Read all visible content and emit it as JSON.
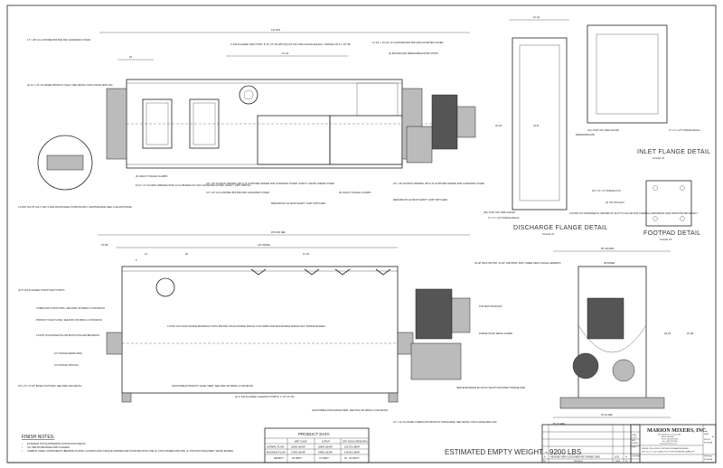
{
  "drawing": {
    "estimated_weight": "ESTIMATED EMPTY WEIGHT - 9200 LBS",
    "overall_length_top": "141 9/16",
    "overall_length_side": "144 INSIDE",
    "length_total": "155 3/16 REF",
    "dim_61": "61 1/4",
    "dim_18": "18",
    "dim_15": "15 3/8",
    "dim_12": "12",
    "dim_36": "36",
    "dim_67": "67 1/4",
    "dim_6": "6",
    "dim_width": "56 1/2 REF",
    "dim_height": "49 1/2",
    "dim_end_height": "91 3/8",
    "dim_end_width": "48 INSIDE",
    "dim_end_bottom": "54 1/2 REF",
    "dim_end_top": "65 1/16 REF"
  },
  "top_view_notes": [
    "17\" x 48\" 12 GA BOXED BOLTED AND GASKETED COVER",
    "(2) 12\" x 24\" FLANGED PRODUCT INLET, SEE DETAIL FOR FLANGE DRILLING",
    "4\" DIA FLANGED VENT PORT, 8\" ID x 8\" OD WITH (8) 3/4\" DIA THRU HOLES EQUALLY SPACED ON A 7 1/2\" BC",
    "14 1/2\" x 16 1/2\" 12 GA BOXED BOLTED AND GASKETED COVER",
    "(2) BOLTED AND REMOVABLE DOOR STOPS",
    "(4) JESCO TOGGLE CLAMPS",
    "8 1/2\" x 6\" ACCESS OPENING WITH 12 GA BOXED LIFT-OFF GASKETED COVER, SAFETY LIMIT SWITCH",
    "24\" x 36\" ACCESS OPENING WITH 12 GA BOXED HINGED AND GASKETED COVER, SAFETY GRATE UNDER COVER",
    "41\" x 46\" 12 GA BOXED BOLTED AND GASKETED COVER",
    "REDUNDANT 4A FDAP SAFETY LIMIT SWITCHES",
    "(6) JESCO TOGGLE CLAMPS",
    "24\" x 36\" ACCESS OPENING WITH 12 GA BOXED HINGED AND GASKETED COVER",
    "REDUNDANT 4A FDAP SAFETY LIMIT SWITCHES",
    "4 15/16\" DIA STYLE C SPLIT AND ADJUSTABLE STUFFING BOX, MAINTENANCE SEAL LIVE AIR PURGE"
  ],
  "side_view_notes": [
    "(2) 8\" DIA FLANGED SYRUP INLET PORTS",
    "OVERFLOW SYRUP TANK, SEE DWG SP-0803A-1 FOR DETAIL",
    "PRODUCT INLET HOSE, SEE DWG SP-0803A-1 FOR DETAIL",
    "4 15/16\" DIA DODGE PILLOW BLOCK ROLLER BEARINGS",
    "1/4\" DODGE ENDPLATES",
    "1/4\" DODGE TROUGH",
    "3/4\" x 8\" x 9 3/4\" BASE FOOTPADS, SEE DRILLING DETAIL",
    "4 15/16\" DIA SOLID DODGE MAINSHAFT WITH BOLTED SOLID DOUBLE SINGLE CAST ARMS AND ADJUSTABLE DODGE 3/16\" PADDLE BLADES",
    "ADJUSTABLE PRODUCT LEVEL WEIR, SEE DWG SP-0803A-1 FOR DETAIL",
    "(2) 4\" DIA FLANGED CLEANOUT PORTS, 4\" ID x 8\" OD",
    "40 HP TEFC MOTOR, 30 HZ, 1800 RPM, 460V THREE RIGHT ANGLE GEARBOX",
    "TOP MOTOR MOUNT",
    "DODGE SOLID METAL GUARD",
    "ADJUSTABLE DISCHARGE WEIR, SEE DWG SP-0803A-1 FOR DETAIL",
    "SEW-EURODRIVE 80 CPLST SHAFT MOUNTED TORQUE ARM",
    "12\" x 42\" FLANGED OVERFLOW PRODUCT DISCHARGE, SEE DETAIL FOR FLANGE DRILLING"
  ],
  "details": {
    "inlet_flange": {
      "title": "INLET FLANGE DETAIL",
      "scale": "SCALE 2X",
      "note1": "(14) 17/32\" DIA THRU HOLES",
      "note2": "3\" x 2\" x 1/4\" DODGE ANGLE"
    },
    "discharge_flange": {
      "title": "DISCHARGE FLANGE DETAIL",
      "scale": "SCALE 2X",
      "note1": "WEIR ENDPLATE",
      "note2": "(28) 17/32\" DIA THRU HOLES",
      "note3": "3\" x 2\" x 1/4\" DODGE ANGLE",
      "dim_w": "16 1/2",
      "dim_h": "46 1/2",
      "dim_inner": "42 ID"
    },
    "footpad": {
      "title": "FOOTPAD DETAIL",
      "scale": "SCALE 2X",
      "note1": "3/4\" x 8\" x 9\" DODGE FLAT",
      "note2": "(4) 7/8\" DIA SLOT",
      "note3": "LOCATE 3/4\" FASTENER IN CENTER OF SLOT TO ALLOW FOR THERMAL EXPANSION, END OPPOSITE DRIVE ONLY"
    }
  },
  "finish_notes": {
    "title": "FINISH NOTES:",
    "items": [
      "EXTERIOR STITCH/INTERIOR CONTINUOUS WELDS",
      "ALL WELDS BRUSHED AND CLEANED",
      "CARBON STEEL COMPONENTS (BEARING PLATES, GUSSETS AND TORQUE ARM BRACKET) PAINTED WITH ONE (1) COAT PRIMER AND ONE (1) TOPCOAT MACHINERY WHITE ENAMEL"
    ]
  },
  "product_data": {
    "title": "PRODUCT DATA",
    "columns": [
      "",
      "WET CAKE",
      "SYRUP",
      "DRY DDGS (REWORK)"
    ],
    "rows": [
      [
        "NORMAL FLOW",
        "26000 LB/HR",
        "26800 LB/HR",
        "105725 LB/HR"
      ],
      [
        "MAXIMUM FLOW",
        "27900 LB/HR",
        "34800 LB/HR",
        "149160 LB/HR"
      ],
      [
        "DENSITY",
        "25 LB/FT³",
        "72 LB/FT³",
        "25 - 46 LB/FT³"
      ]
    ]
  },
  "revisions": {
    "rows": [
      [
        "A",
        "REVISED PER CUSTOMER RETURNED DWG",
        "1/26",
        "A"
      ]
    ],
    "headers": [
      "NO.",
      "REVISION",
      "DATE",
      "BY"
    ]
  },
  "title_block": {
    "company": "MARION MIXERS, INC.",
    "address1": "3575 3rd Avenue, P.O. Box 286",
    "address2": "Marion, IA 52302",
    "phone": "Phone: (319) 377-6371",
    "fax": "Fax: (319) 377-1008",
    "web": "www.marionmixers.com",
    "scale_label": "SCALE",
    "scale": "1\"=1'0\"",
    "date_label": "DATE",
    "date": "5/29/08",
    "title_label": "TITLE",
    "title_line1": "MODEL SPS-42144 CONTINUOUS MARION MIXER",
    "title_line2": "28.5 CU. FT. 140 CUBIC FOOT FOR WORKING CAPACITY",
    "sheet_label": "SHEET",
    "sheet": "A",
    "drawing_number_label": "DWG NO.",
    "drawing_number": "SP-0803A",
    "customer_label": "CUSTOMER",
    "proposal_label": "PROPOSAL",
    "proposal": "SP-0803A"
  }
}
